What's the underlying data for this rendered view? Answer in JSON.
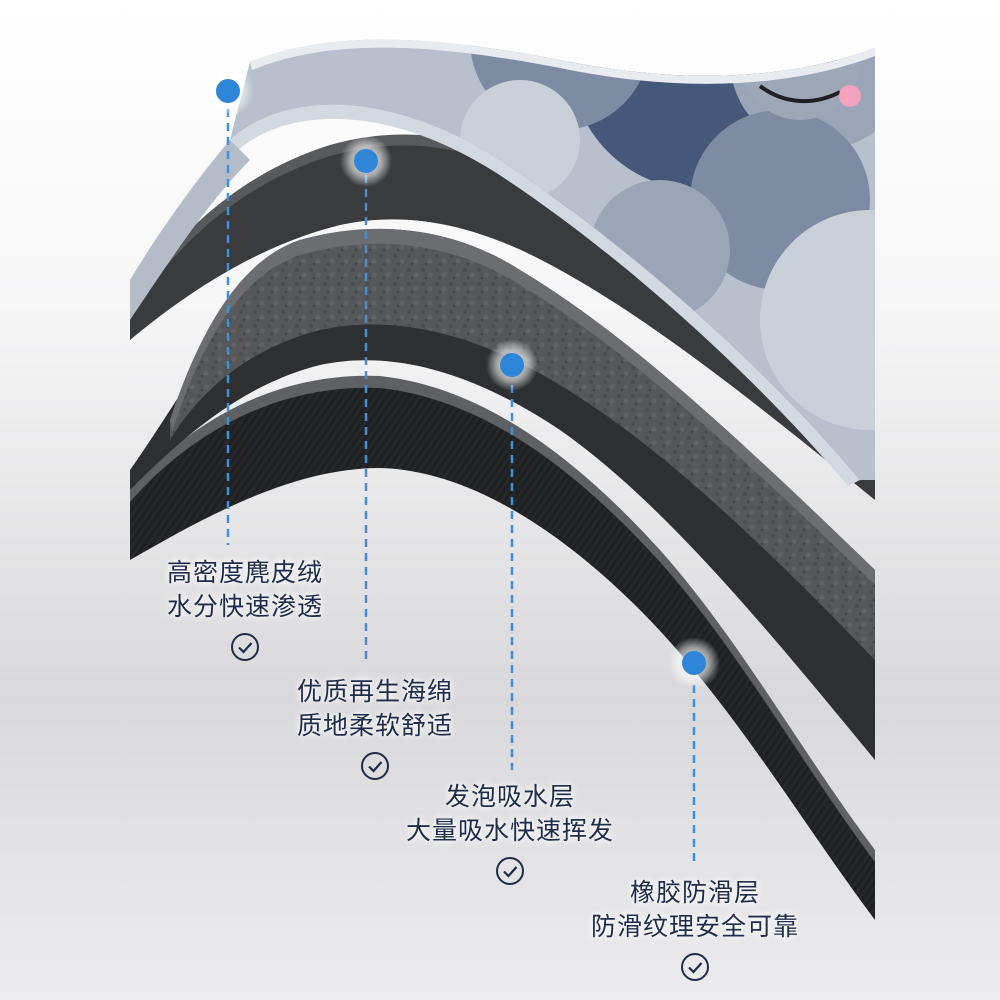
{
  "colors": {
    "dot": "#2f86d9",
    "guide": "#3d8fe0",
    "text": "#1f2d4a",
    "top_layer": "#aeb7c4",
    "pattern_dark": "#46587a",
    "pattern_mid": "#7d8ba3",
    "velvet": "#3a3b3d",
    "sponge": "#55575a",
    "foam": "#2e2f31",
    "rubber": "#1f2022"
  },
  "icons": {
    "check": "check-circle-icon",
    "dot": "layer-marker-dot"
  },
  "layers": [
    {
      "title": "高密度麂皮绒",
      "desc": "水分快速渗透"
    },
    {
      "title": "优质再生海绵",
      "desc": "质地柔软舒适"
    },
    {
      "title": "发泡吸水层",
      "desc": "大量吸水快速挥发"
    },
    {
      "title": "橡胶防滑层",
      "desc": "防滑纹理安全可靠"
    }
  ]
}
